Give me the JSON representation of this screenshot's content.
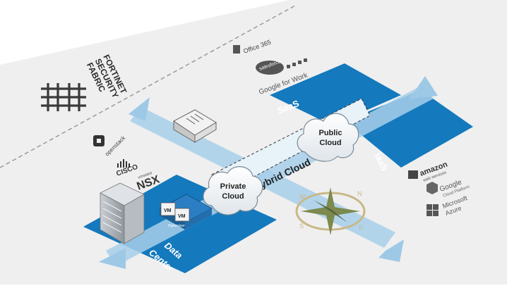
{
  "brand": {
    "line1": "FORTINET",
    "line2": "SECURITY",
    "line3": "FABRIC"
  },
  "zones": {
    "saas": "SaaS",
    "iaas": "IaaS",
    "data_center_1": "Data",
    "data_center_2": "Center",
    "hybrid_cloud": "Hybrid Cloud",
    "public_cloud_1": "Public",
    "public_cloud_2": "Cloud",
    "private_cloud_1": "Private",
    "private_cloud_2": "Cloud"
  },
  "vm": {
    "vm1": "VM",
    "vm2": "VM",
    "hypervisor": "Hypervisor"
  },
  "saas_logos": {
    "office365": "Office 365",
    "salesforce": "salesforce",
    "google_work": "Google for Work"
  },
  "iaas_logos": {
    "amazon": "amazon",
    "amazon_sub": "web services",
    "google_cloud_1": "Google",
    "google_cloud_2": "Cloud Platform",
    "azure_1": "Microsoft",
    "azure_2": "Azure"
  },
  "dc_logos": {
    "openstack": "openstack",
    "cisco": "CISCO",
    "vmware": "vmware",
    "nsx": "NSX"
  },
  "compass": {
    "n": "N",
    "e": "E",
    "s": "S",
    "w": "W"
  },
  "colors": {
    "primary_blue": "#1479bd",
    "light_blue": "#a7cfea",
    "arrow_blue": "#9ec9e6",
    "gray_dark": "#3a3a3a",
    "compass_green": "#7c8a4e",
    "compass_gold": "#c8b888"
  }
}
